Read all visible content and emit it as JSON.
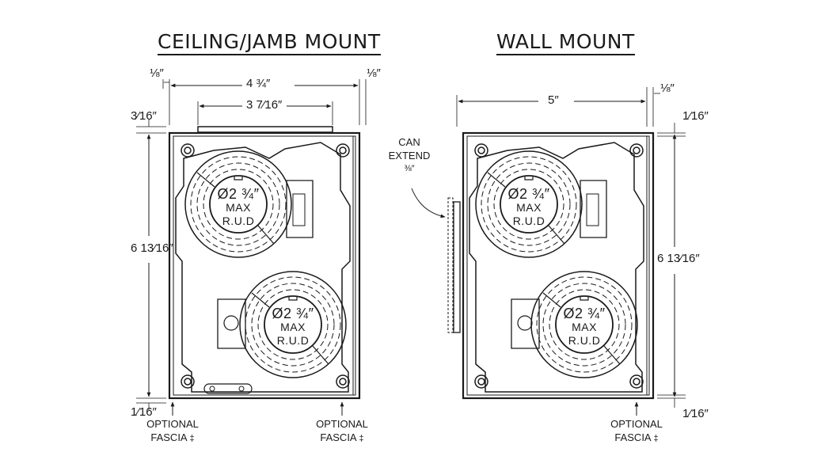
{
  "titles": {
    "left": "CEILING/JAMB MOUNT",
    "right": "WALL MOUNT"
  },
  "left_dims": {
    "top_small": "⅛″",
    "top_small_right": "⅛″",
    "width_outer": "4 ¾″",
    "width_inner": "3 7⁄16″",
    "top_left_offset": "3⁄16″",
    "height": "6 13⁄16″",
    "bottom_offset": "1⁄16″"
  },
  "right_dims": {
    "width": "5″",
    "top_small": "⅛″",
    "top_offset": "1⁄16″",
    "height": "6 13⁄16″",
    "bottom_offset": "1⁄16″"
  },
  "can_extend": {
    "line1": "CAN",
    "line2": "EXTEND",
    "value": "⅜″"
  },
  "spool_label": {
    "diameter": "Ø2 ¾″",
    "max": "MAX",
    "rud": "R.U.D"
  },
  "fascia": {
    "line1": "OPTIONAL",
    "line2": "FASCIA",
    "mark": "‡"
  },
  "colors": {
    "line": "#1a1a1a",
    "background": "#ffffff"
  }
}
